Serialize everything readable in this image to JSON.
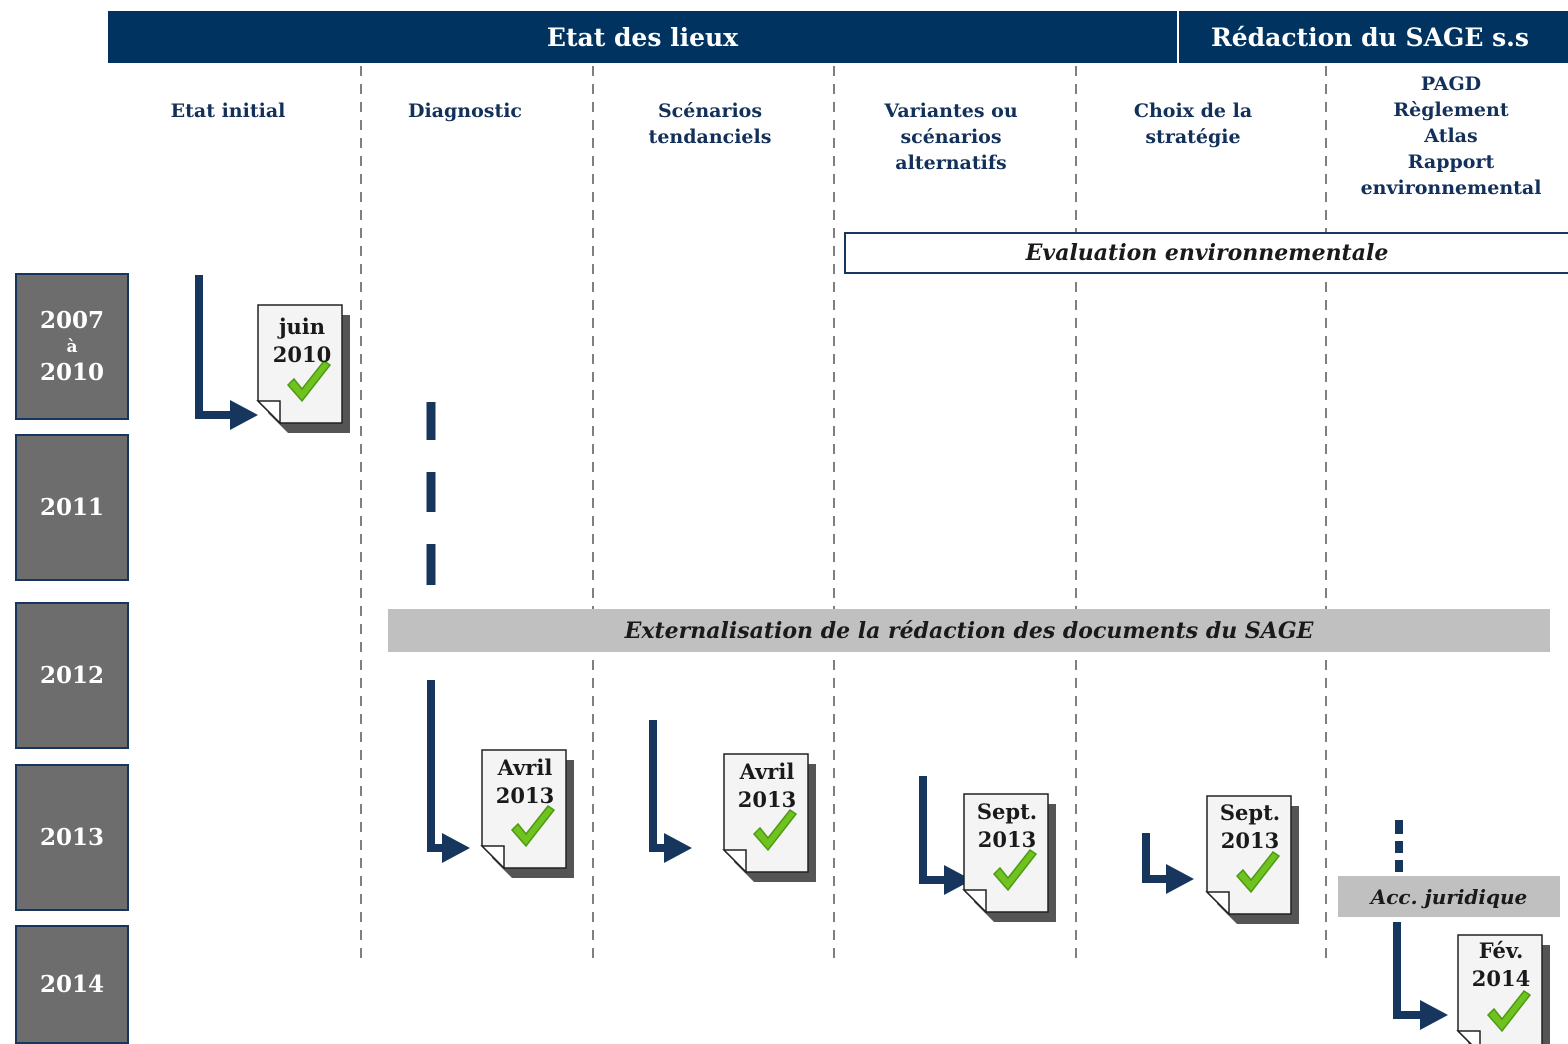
{
  "header": {
    "left_band": "Etat des lieux",
    "right_band": "Rédaction du SAGE s.s"
  },
  "phases": [
    {
      "lines": [
        "Etat initial"
      ]
    },
    {
      "lines": [
        "Diagnostic"
      ]
    },
    {
      "lines": [
        "Scénarios",
        "tendanciels"
      ]
    },
    {
      "lines": [
        "Variantes ou",
        "scénarios",
        "alternatifs"
      ]
    },
    {
      "lines": [
        "Choix de la",
        "stratégie"
      ]
    },
    {
      "lines": [
        "PAGD",
        "Règlement",
        "Atlas",
        "Rapport",
        "environnemental"
      ]
    }
  ],
  "years": [
    {
      "top": "2007",
      "mid": "à",
      "bottom": "2010"
    },
    {
      "label": "2011"
    },
    {
      "label": "2012"
    },
    {
      "label": "2013"
    },
    {
      "label": "2014"
    }
  ],
  "bars": {
    "evaluation": "Evaluation environnementale",
    "externalisation": "Externalisation de la rédaction des documents du SAGE",
    "accompagnement": "Acc. juridique"
  },
  "milestones": [
    {
      "month": "juin",
      "year": "2010"
    },
    {
      "month": "Avril",
      "year": "2013"
    },
    {
      "month": "Avril",
      "year": "2013"
    },
    {
      "month": "Sept.",
      "year": "2013"
    },
    {
      "month": "Sept.",
      "year": "2013"
    },
    {
      "month": "Fév.",
      "year": "2014"
    }
  ],
  "colors": {
    "navy": "#00335f",
    "year_box": "#6d6d6d",
    "bar_grey": "#c0c0c0",
    "check_green": "#6fc21f"
  }
}
